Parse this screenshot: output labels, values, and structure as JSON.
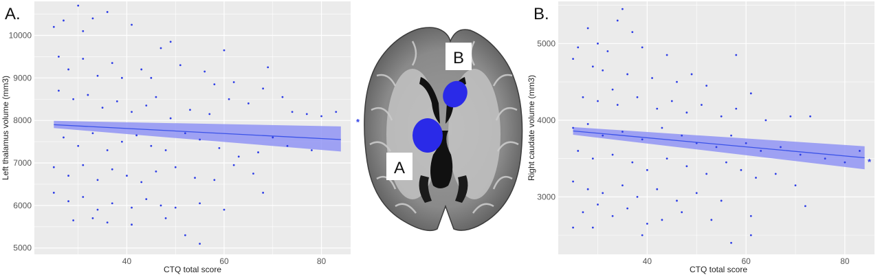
{
  "chart_data": [
    {
      "type": "scatter",
      "panel_label": "A.",
      "xlabel": "CTQ total score",
      "ylabel": "Left thalamus volume (mm3)",
      "xlim": [
        21,
        86
      ],
      "ylim": [
        4850,
        10800
      ],
      "x_ticks": [
        40,
        60,
        80
      ],
      "y_ticks": [
        5000,
        6000,
        7000,
        8000,
        9000,
        10000
      ],
      "grid": true,
      "background": "#ebebeb",
      "point_color": "#2d3de6",
      "fit": {
        "x": [
          25,
          84
        ],
        "y": [
          7900,
          7550
        ],
        "ci_lower": [
          7820,
          7270
        ],
        "ci_upper": [
          7990,
          7860
        ]
      },
      "significance_marker": "*",
      "sample_points": [
        [
          25,
          10200
        ],
        [
          27,
          10350
        ],
        [
          30,
          10700
        ],
        [
          31,
          10100
        ],
        [
          33,
          10400
        ],
        [
          36,
          10550
        ],
        [
          41,
          10250
        ],
        [
          47,
          9700
        ],
        [
          49,
          9850
        ],
        [
          60,
          9650
        ],
        [
          26,
          9500
        ],
        [
          28,
          9200
        ],
        [
          31,
          9450
        ],
        [
          34,
          9050
        ],
        [
          37,
          9350
        ],
        [
          39,
          9000
        ],
        [
          43,
          9200
        ],
        [
          45,
          9000
        ],
        [
          51,
          9300
        ],
        [
          56,
          9150
        ],
        [
          58,
          8850
        ],
        [
          62,
          8900
        ],
        [
          68,
          8750
        ],
        [
          69,
          9250
        ],
        [
          26,
          8700
        ],
        [
          29,
          8500
        ],
        [
          32,
          8600
        ],
        [
          35,
          8300
        ],
        [
          38,
          8450
        ],
        [
          41,
          8200
        ],
        [
          44,
          8350
        ],
        [
          46,
          8550
        ],
        [
          49,
          8050
        ],
        [
          53,
          8250
        ],
        [
          57,
          8150
        ],
        [
          61,
          8500
        ],
        [
          65,
          8400
        ],
        [
          72,
          8550
        ],
        [
          74,
          8200
        ],
        [
          77,
          8150
        ],
        [
          80,
          8100
        ],
        [
          83,
          8200
        ],
        [
          27,
          7600
        ],
        [
          30,
          7400
        ],
        [
          33,
          7700
        ],
        [
          36,
          7300
        ],
        [
          39,
          7500
        ],
        [
          42,
          7650
        ],
        [
          45,
          7400
        ],
        [
          48,
          7300
        ],
        [
          52,
          7700
        ],
        [
          55,
          7550
        ],
        [
          59,
          7350
        ],
        [
          63,
          7150
        ],
        [
          67,
          7250
        ],
        [
          70,
          7600
        ],
        [
          73,
          7400
        ],
        [
          78,
          7300
        ],
        [
          25,
          6900
        ],
        [
          28,
          6700
        ],
        [
          31,
          6950
        ],
        [
          34,
          6600
        ],
        [
          37,
          6850
        ],
        [
          40,
          6700
        ],
        [
          43,
          6550
        ],
        [
          46,
          6800
        ],
        [
          50,
          6900
        ],
        [
          54,
          6650
        ],
        [
          58,
          6600
        ],
        [
          62,
          6950
        ],
        [
          66,
          6750
        ],
        [
          68,
          6300
        ],
        [
          25,
          6300
        ],
        [
          28,
          6100
        ],
        [
          31,
          6200
        ],
        [
          34,
          5900
        ],
        [
          37,
          6050
        ],
        [
          41,
          5950
        ],
        [
          44,
          6150
        ],
        [
          47,
          6000
        ],
        [
          50,
          5950
        ],
        [
          55,
          6050
        ],
        [
          60,
          5900
        ],
        [
          29,
          5650
        ],
        [
          33,
          5700
        ],
        [
          36,
          5600
        ],
        [
          41,
          5550
        ],
        [
          48,
          5700
        ],
        [
          52,
          5300
        ],
        [
          55,
          5100
        ]
      ]
    },
    {
      "type": "scatter",
      "panel_label": "B.",
      "xlabel": "CTQ total score",
      "ylabel": "Right caudate volume (mm3)",
      "xlim": [
        22,
        86
      ],
      "ylim": [
        2250,
        5550
      ],
      "x_ticks": [
        40,
        60,
        80
      ],
      "y_ticks": [
        3000,
        4000,
        5000
      ],
      "grid": true,
      "background": "#ebebeb",
      "point_color": "#2d3de6",
      "fit": {
        "x": [
          25,
          84
        ],
        "y": [
          3860,
          3510
        ],
        "ci_lower": [
          3810,
          3360
        ],
        "ci_upper": [
          3910,
          3660
        ]
      },
      "significance_marker": "*",
      "sample_points": [
        [
          35,
          5450
        ],
        [
          34,
          5300
        ],
        [
          28,
          5200
        ],
        [
          37,
          5150
        ],
        [
          30,
          5000
        ],
        [
          26,
          4950
        ],
        [
          32,
          4900
        ],
        [
          39,
          4950
        ],
        [
          44,
          4850
        ],
        [
          58,
          4850
        ],
        [
          25,
          4800
        ],
        [
          29,
          4700
        ],
        [
          31,
          4650
        ],
        [
          36,
          4600
        ],
        [
          41,
          4550
        ],
        [
          46,
          4500
        ],
        [
          49,
          4600
        ],
        [
          52,
          4450
        ],
        [
          61,
          4350
        ],
        [
          33,
          4400
        ],
        [
          27,
          4300
        ],
        [
          30,
          4250
        ],
        [
          34,
          4200
        ],
        [
          38,
          4300
        ],
        [
          42,
          4150
        ],
        [
          45,
          4250
        ],
        [
          48,
          4100
        ],
        [
          51,
          4200
        ],
        [
          55,
          4050
        ],
        [
          58,
          4150
        ],
        [
          64,
          4000
        ],
        [
          69,
          4050
        ],
        [
          73,
          4050
        ],
        [
          25,
          3900
        ],
        [
          28,
          3950
        ],
        [
          31,
          3800
        ],
        [
          35,
          3850
        ],
        [
          39,
          3750
        ],
        [
          43,
          3900
        ],
        [
          47,
          3800
        ],
        [
          50,
          3700
        ],
        [
          54,
          3650
        ],
        [
          57,
          3800
        ],
        [
          60,
          3700
        ],
        [
          63,
          3600
        ],
        [
          67,
          3650
        ],
        [
          71,
          3550
        ],
        [
          76,
          3500
        ],
        [
          80,
          3450
        ],
        [
          83,
          3600
        ],
        [
          26,
          3600
        ],
        [
          29,
          3500
        ],
        [
          33,
          3550
        ],
        [
          37,
          3450
        ],
        [
          40,
          3350
        ],
        [
          44,
          3500
        ],
        [
          48,
          3400
        ],
        [
          52,
          3300
        ],
        [
          56,
          3450
        ],
        [
          59,
          3350
        ],
        [
          62,
          3250
        ],
        [
          66,
          3300
        ],
        [
          70,
          3150
        ],
        [
          25,
          3200
        ],
        [
          28,
          3100
        ],
        [
          31,
          3050
        ],
        [
          35,
          3150
        ],
        [
          38,
          3000
        ],
        [
          42,
          3100
        ],
        [
          46,
          2950
        ],
        [
          50,
          3050
        ],
        [
          55,
          2950
        ],
        [
          61,
          2750
        ],
        [
          27,
          2800
        ],
        [
          30,
          2900
        ],
        [
          33,
          2750
        ],
        [
          36,
          2850
        ],
        [
          40,
          2650
        ],
        [
          43,
          2700
        ],
        [
          47,
          2800
        ],
        [
          53,
          2700
        ],
        [
          25,
          2600
        ],
        [
          29,
          2600
        ],
        [
          39,
          2500
        ],
        [
          57,
          2400
        ],
        [
          61,
          2500
        ],
        [
          72,
          2880
        ]
      ]
    }
  ],
  "brain_image": {
    "label_a": "A",
    "label_b": "B",
    "region_color": "#2a2ae8"
  }
}
